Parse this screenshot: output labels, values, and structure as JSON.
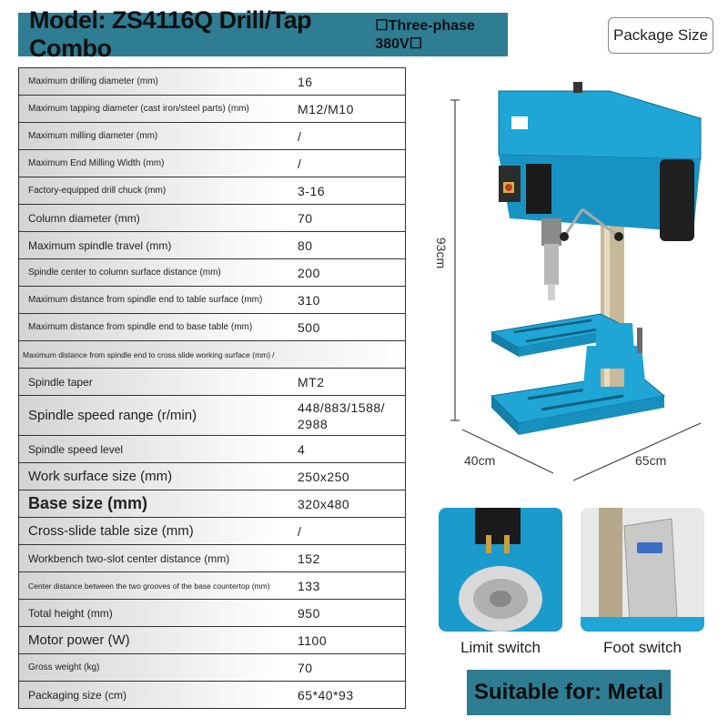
{
  "header": {
    "model_title": "Model: ZS4116Q Drill/Tap Combo",
    "phase_label": "☐Three-phase 380V☐"
  },
  "package_size_button": "Package Size",
  "specs": [
    {
      "label": "Maximum drilling diameter (mm)",
      "value": "16"
    },
    {
      "label": "Maximum tapping diameter (cast iron/steel parts) (mm)",
      "value": "M12/M10"
    },
    {
      "label": "Maximum milling diameter (mm)",
      "value": "/"
    },
    {
      "label": "Maximum End Milling Width (mm)",
      "value": "/"
    },
    {
      "label": "Factory-equipped drill chuck (mm)",
      "value": "3-16"
    },
    {
      "label": "Column diameter (mm)",
      "value": "70"
    },
    {
      "label": "Maximum spindle travel (mm)",
      "value": "80"
    },
    {
      "label": "Spindle center to column surface distance (mm)",
      "value": "200"
    },
    {
      "label": "Maximum distance from spindle end to table surface (mm)",
      "value": "310"
    },
    {
      "label": "Maximum distance from spindle end to base table (mm)",
      "value": "500"
    },
    {
      "label": "Maximum distance from spindle end to cross slide working surface (mm)",
      "value": "/"
    },
    {
      "label": "Spindle taper",
      "value": "MT2"
    },
    {
      "label": "Spindle speed range (r/min)",
      "value": "448/883/1588/2988"
    },
    {
      "label": "Spindle speed level",
      "value": "4"
    },
    {
      "label": "Work surface size (mm)",
      "value": "250x250"
    },
    {
      "label": "Base size (mm)",
      "value": "320x480"
    },
    {
      "label": "Cross-slide table size (mm)",
      "value": "/"
    },
    {
      "label": "Workbench two-slot center distance (mm)",
      "value": "152"
    },
    {
      "label": "Center distance between the two grooves of the base countertop (mm)",
      "value": "133"
    },
    {
      "label": "Total height (mm)",
      "value": "950"
    },
    {
      "label": "Motor power (W)",
      "value": "1100"
    },
    {
      "label": "Gross weight (kg)",
      "value": "70"
    },
    {
      "label": "Packaging size (cm)",
      "value": "65*40*93"
    }
  ],
  "speed_range_lines": [
    "448/883/1588/",
    "2988"
  ],
  "dimensions": {
    "height": "93cm",
    "depth": "40cm",
    "width": "65cm"
  },
  "thumbnails": {
    "limit_switch": "Limit switch",
    "foot_switch": "Foot switch"
  },
  "suitable_for": "Suitable for: Metal",
  "colors": {
    "accent": "#2e7d93",
    "machine_blue": "#1fa6d6"
  }
}
